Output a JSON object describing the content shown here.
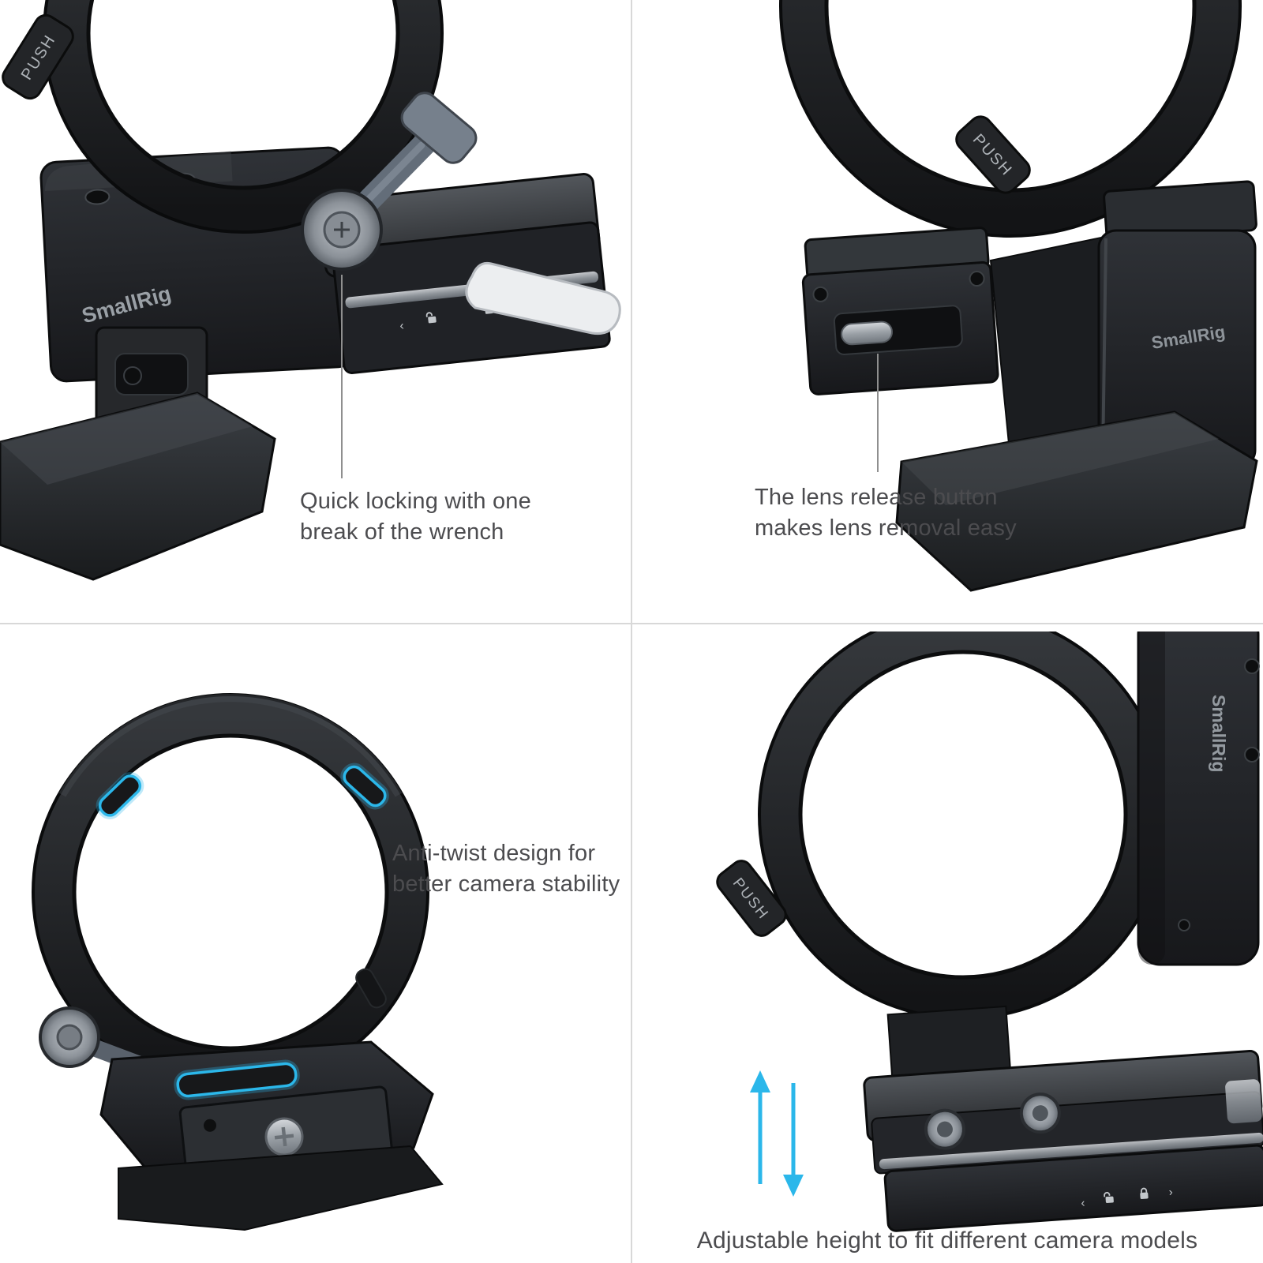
{
  "page": {
    "background": "#ffffff",
    "divider_color": "#d8d8d8"
  },
  "colors": {
    "accent": "#2bb7ea",
    "caption": "#4c4c4f",
    "callout": "#8f8f8f",
    "brand_text": "#989ea4"
  },
  "brand": "SmallRig",
  "push_label": "PUSH",
  "icons": {
    "lock": "🔒",
    "unlock": "🔓",
    "chevron_left": "‹",
    "chevron_right": "›",
    "height_arrows": "↑↓"
  },
  "panels": {
    "quick_locking": {
      "caption": "Quick locking with one\nbreak of the wrench"
    },
    "lens_release": {
      "caption": "The lens release button\nmakes lens removal easy"
    },
    "anti_twist": {
      "caption": "Anti-twist design for\nbetter camera stability"
    },
    "adjustable_height": {
      "caption": "Adjustable height to fit different camera models"
    }
  }
}
